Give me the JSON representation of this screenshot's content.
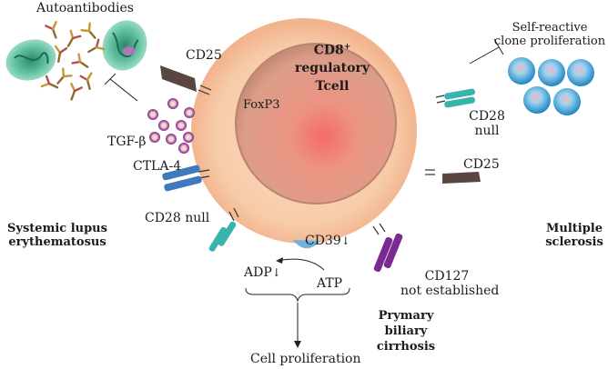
{
  "diagram": {
    "cell": {
      "title_line1": "CD8",
      "title_sup": "+",
      "title_line2": "regulatory",
      "title_line3": "Tcell",
      "nucleus_label": "FoxP3"
    },
    "receptors": {
      "cd25_top": "CD25",
      "cd25_right": "CD25",
      "ctla4": "CTLA-4",
      "cd28null_left": "CD28 null",
      "cd28null_right_1": "CD28",
      "cd28null_right_2": "null",
      "cd39": "CD39",
      "cd39_arrow": "↓",
      "cd127_line1": "CD127",
      "cd127_line2": "not established"
    },
    "mediators": {
      "tgf_beta": "TGF-β",
      "autoantibodies": "Autoantibodies",
      "self_reactive_line1": "Self-reactive",
      "self_reactive_line2": "clone proliferation"
    },
    "metabolism": {
      "adp": "ADP",
      "adp_arrow": "↓",
      "atp": "ATP",
      "cell_proliferation": "Cell proliferation"
    },
    "diseases": {
      "sle_line1": "Systemic lupus",
      "sle_line2": "erythematosus",
      "ms_line1": "Multiple",
      "ms_line2": "sclerosis",
      "pbc_line1": "Prymary",
      "pbc_line2": "biliary",
      "pbc_line3": "cirrhosis"
    },
    "colors": {
      "cell_outer": "#f6c8a4",
      "cell_nucleus": "#e59a84",
      "nucleus_core": "#f06a6a",
      "cd25": "#5a4640",
      "ctla4": "#3f79bd",
      "cd28null": "#38b3ad",
      "cd127": "#7b2a93",
      "cd39": "#6fb0de",
      "tgf_beta": "#9b3e8e",
      "clone": "#1f8ec6",
      "antibody": "#8d6a2a"
    }
  }
}
